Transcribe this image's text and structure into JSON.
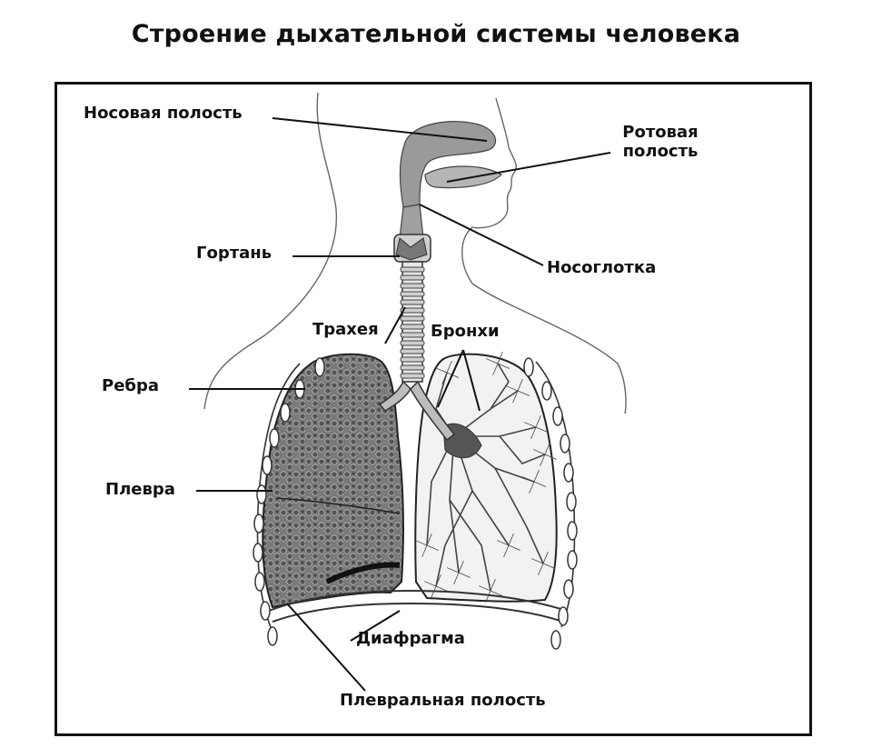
{
  "title": "Строение дыхательной системы человека",
  "labels": {
    "nasal_cavity": "Носовая полость",
    "oral_cavity_1": "Ротовая",
    "oral_cavity_2": "полость",
    "larynx": "Гортань",
    "nasopharynx": "Носоглотка",
    "trachea": "Трахея",
    "bronchi": "Бронхи",
    "ribs": "Ребра",
    "pleura": "Плевра",
    "diaphragm": "Диафрагма",
    "pleural_cavity": "Плевральная полость"
  }
}
